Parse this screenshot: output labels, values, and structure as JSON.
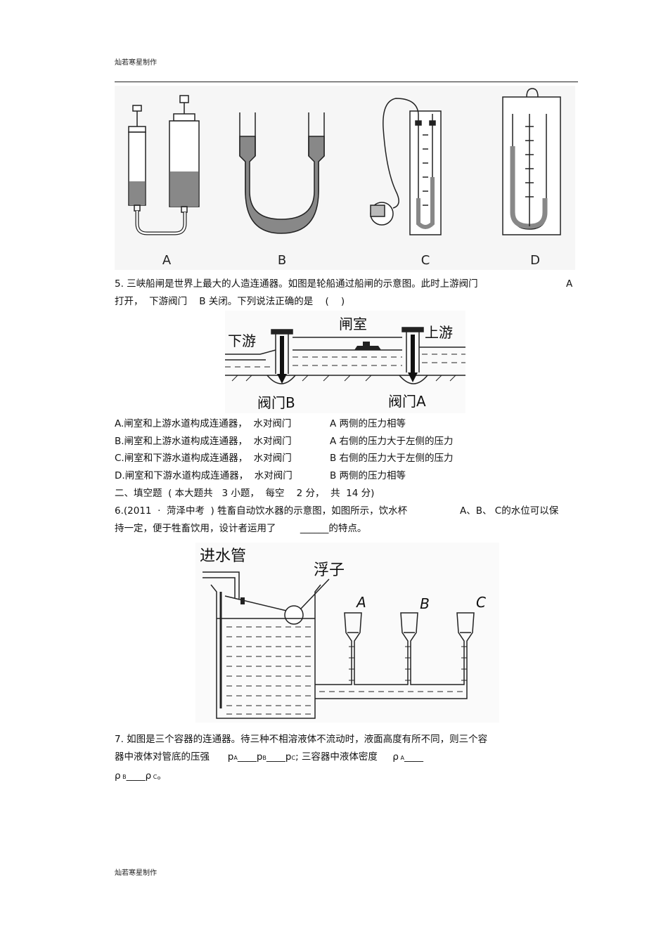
{
  "header": {
    "text": "灿若寒星制作"
  },
  "footer": {
    "text": "灿若寒星制作"
  },
  "fig1": {
    "labels": [
      "A",
      "B",
      "C",
      "D"
    ]
  },
  "q5": {
    "line1": "5. 三峡船闸是世界上最大的人造连通器。如图是轮船通过船闸的示意图。此时上游阀门",
    "line1_right": "A",
    "line2": "打开，  下游阀门    B 关闭。下列说法正确的是    (    )",
    "fig": {
      "top": "闸室",
      "left": "下游",
      "right": "上游",
      "valve_b": "阀门B",
      "valve_a": "阀门A"
    },
    "options": [
      {
        "left": "A.闸室和上游水道构成连通器，  水对阀门",
        "right": "A 两侧的压力相等"
      },
      {
        "left": "B.闸室和上游水道构成连通器，  水对阀门",
        "right": "A 右侧的压力大于左侧的压力"
      },
      {
        "left": "C.闸室和下游水道构成连通器，  水对阀门",
        "right": "B 右侧的压力大于左侧的压力"
      },
      {
        "left": "D.闸室和下游水道构成连通器，  水对阀门",
        "right": "B 两侧的压力相等"
      }
    ]
  },
  "section2": {
    "title": "二、填空题  ( 本大题共   3 小题，  每空    2 分，  共  14 分)"
  },
  "q6": {
    "line1": "6.(2011  ·  菏泽中考  ) 牲畜自动饮水器的示意图，如图所示，饮水杯",
    "line1_right": "A、B、 C的水位可以保",
    "line2": "持一定，便于牲畜饮用，设计者运用了        ______的特点。",
    "fig": {
      "inlet": "进水管",
      "float": "浮子",
      "cups": [
        "A",
        "B",
        "C"
      ]
    }
  },
  "q7": {
    "line1": "7. 如图是三个容器的连通器。待三种不相溶液体不流动时，液面高度有所不同，则三个容",
    "line2_pre": "器中液体对管底的压强      p",
    "sub_a": "A",
    "blank1": "____p",
    "sub_b": "B",
    "blank2": "____p",
    "sub_c": "C",
    "line2_post": "; 三容器中液体密度     ρ",
    "sub_rho_a": " A",
    "blank3": "____",
    "line3_pre": "ρ",
    "sub_rho_b": " B",
    "blank4": "____ρ",
    "sub_rho_c": " C",
    "line3_post": "。"
  }
}
